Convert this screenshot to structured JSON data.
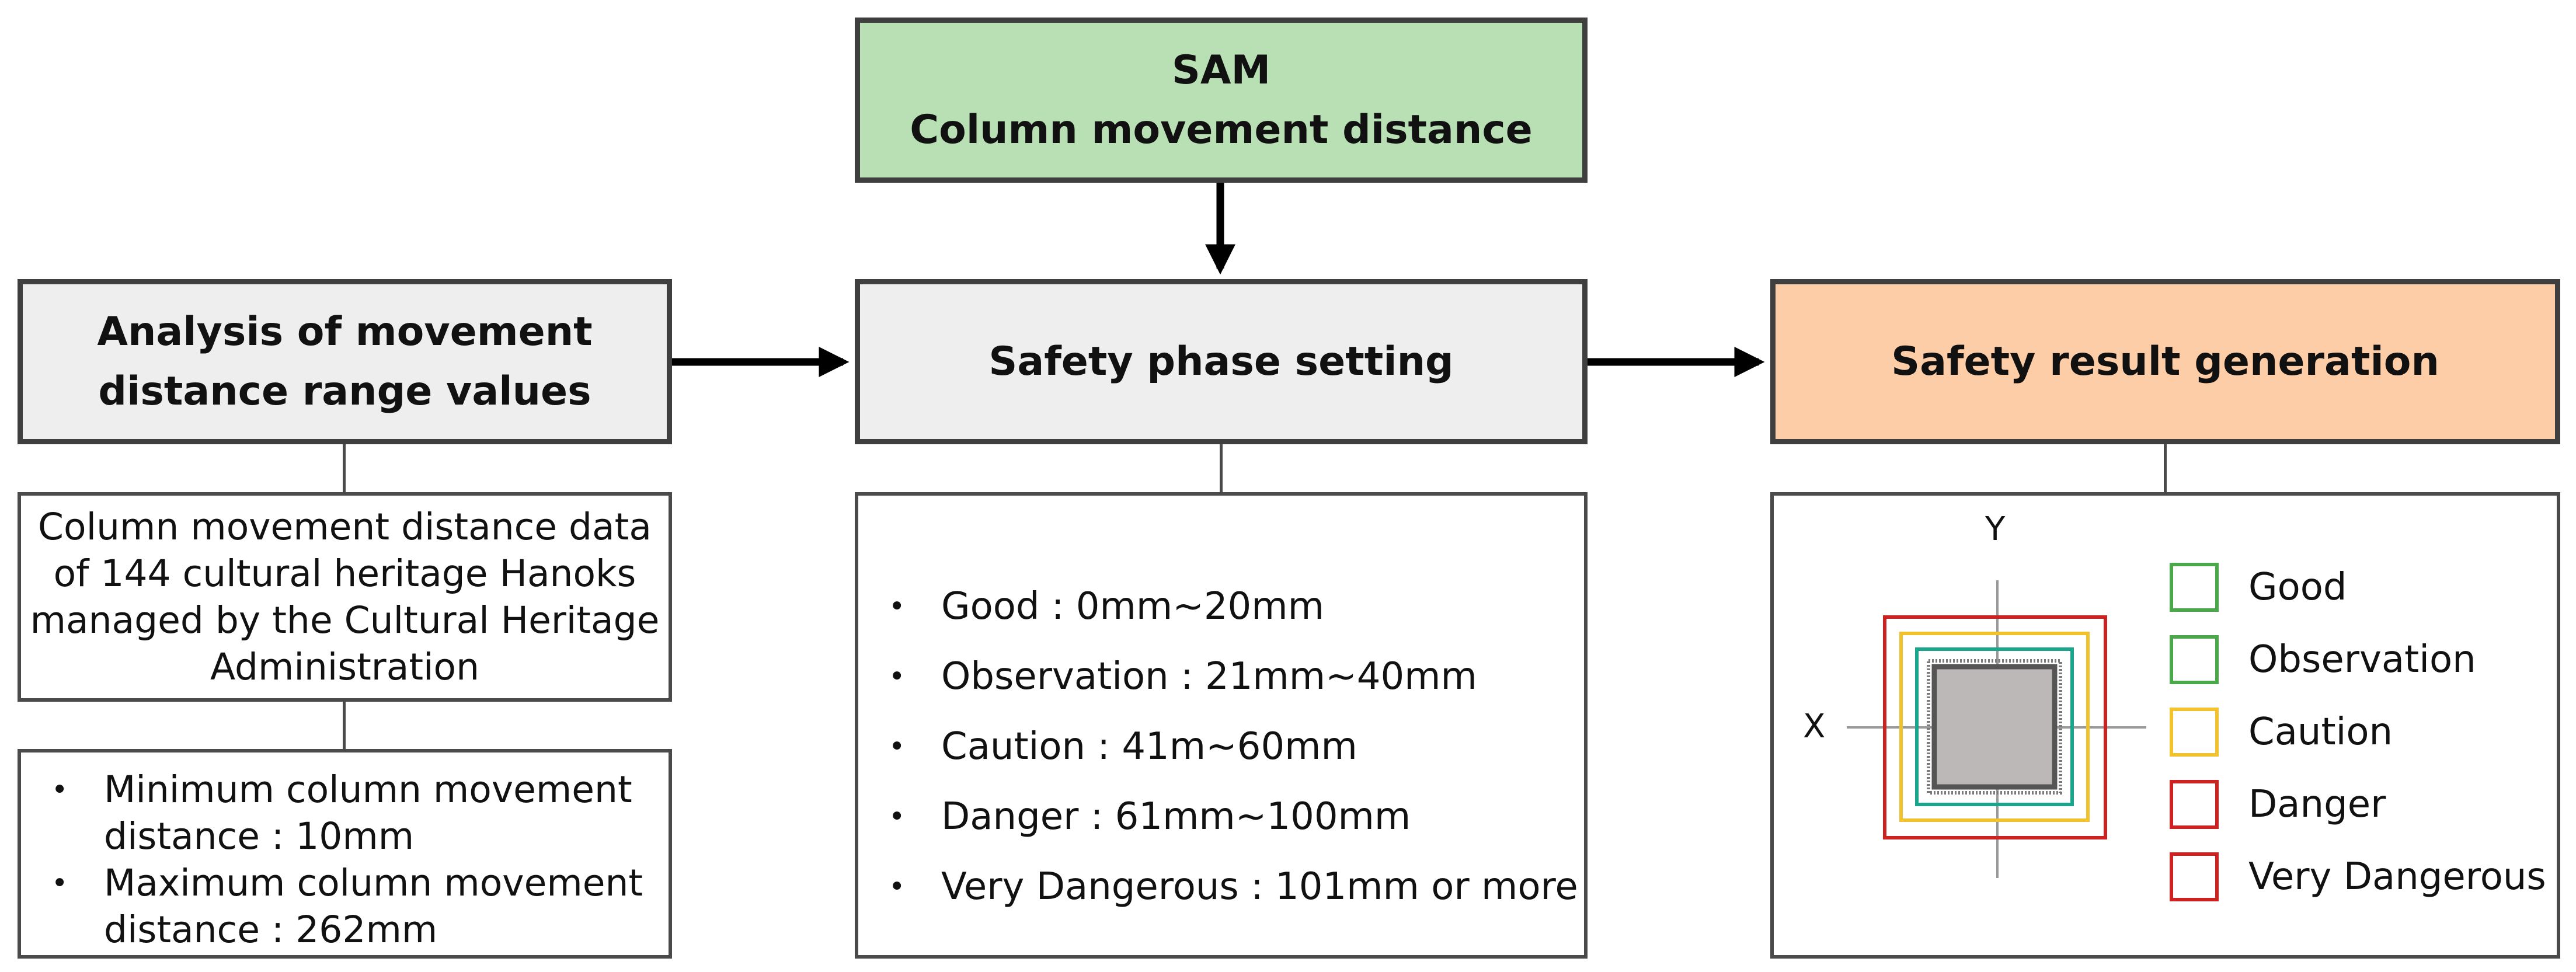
{
  "boxes": {
    "sam": {
      "line1": "SAM",
      "line2": "Column movement distance",
      "fill": "#b9e0b4"
    },
    "analysis": {
      "line1": "Analysis of movement",
      "line2": "distance range values",
      "fill": "#eeeeee"
    },
    "phase": {
      "title": "Safety phase setting",
      "fill": "#eeeeee"
    },
    "result": {
      "title": "Safety result generation",
      "fill": "#fdcda7"
    }
  },
  "analysis_detail": {
    "lines": [
      "Column movement distance data",
      "of 144 cultural heritage Hanoks",
      "managed by the Cultural Heritage",
      "Administration"
    ]
  },
  "analysis_minmax": {
    "items": [
      {
        "line1": "Minimum column movement",
        "line2": "distance : 10mm"
      },
      {
        "line1": "Maximum column movement",
        "line2": "distance : 262mm"
      }
    ]
  },
  "phases": [
    "Good : 0mm~20mm",
    "Observation : 21mm~40mm",
    "Caution : 41m~60mm",
    "Danger : 61mm~100mm",
    "Very Dangerous : 101mm or more"
  ],
  "result_figure": {
    "axis_x": "X",
    "axis_y": "Y"
  },
  "legend": [
    {
      "label": "Good",
      "color": "#4aa84a"
    },
    {
      "label": "Observation",
      "color": "#4aa84a"
    },
    {
      "label": "Caution",
      "color": "#f2c12e"
    },
    {
      "label": "Danger",
      "color": "#cc2222"
    },
    {
      "label": "Very Dangerous",
      "color": "#cc2222"
    }
  ],
  "colors": {
    "box_border": "#3f3f3f",
    "arrow": "#000000",
    "connector": "#4a4a4a",
    "teal_ring": "#1aa68c",
    "column_fill": "#bdb8b8"
  }
}
